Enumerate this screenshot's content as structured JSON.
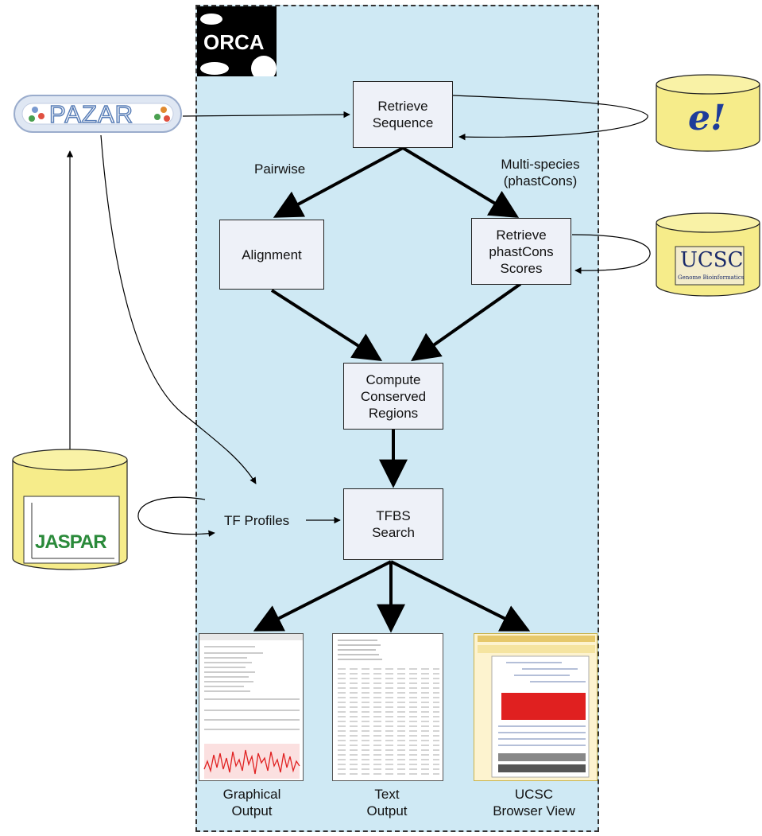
{
  "orca": {
    "logo_text": "ORCA"
  },
  "pazar": {
    "logo_text": "PAZAR"
  },
  "ensembl": {
    "logo_text": "e!"
  },
  "ucsc": {
    "logo_text": "UCSC",
    "sub_text": "Genome Bioinformatics"
  },
  "jaspar": {
    "logo_text": "JASPAR"
  },
  "nodes": {
    "retrieve_sequence": "Retrieve\nSequence",
    "alignment": "Alignment",
    "retrieve_phastcons": "Retrieve\nphastCons\nScores",
    "compute_conserved": "Compute\nConserved\nRegions",
    "tfbs_search": "TFBS\nSearch"
  },
  "edge_labels": {
    "pairwise": "Pairwise",
    "multispecies": "Multi-species\n(phastCons)",
    "tf_profiles": "TF Profiles"
  },
  "outputs": {
    "graphical": "Graphical\nOutput",
    "text": "Text\nOutput",
    "ucsc_browser": "UCSC\nBrowser View"
  },
  "colors": {
    "panel": "#cfe9f4",
    "node": "#eef1f8",
    "cylinder": "#f6ec8a",
    "graph_red": "#e02020"
  }
}
